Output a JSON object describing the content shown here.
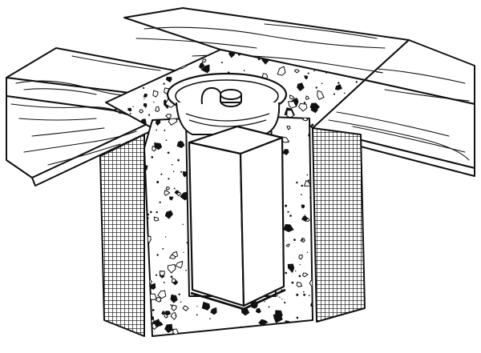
{
  "illustration": {
    "subject": "cutaway-post-footing-through-deck",
    "parts": [
      "deck-boards",
      "concrete-collar",
      "post-sleeve",
      "square-post",
      "cap-fitting",
      "mesh-form-left",
      "mesh-form-right"
    ],
    "colors": {
      "ink": "#111111",
      "paper": "#ffffff",
      "post": "#ffffff",
      "concrete": "#ffffff"
    }
  }
}
